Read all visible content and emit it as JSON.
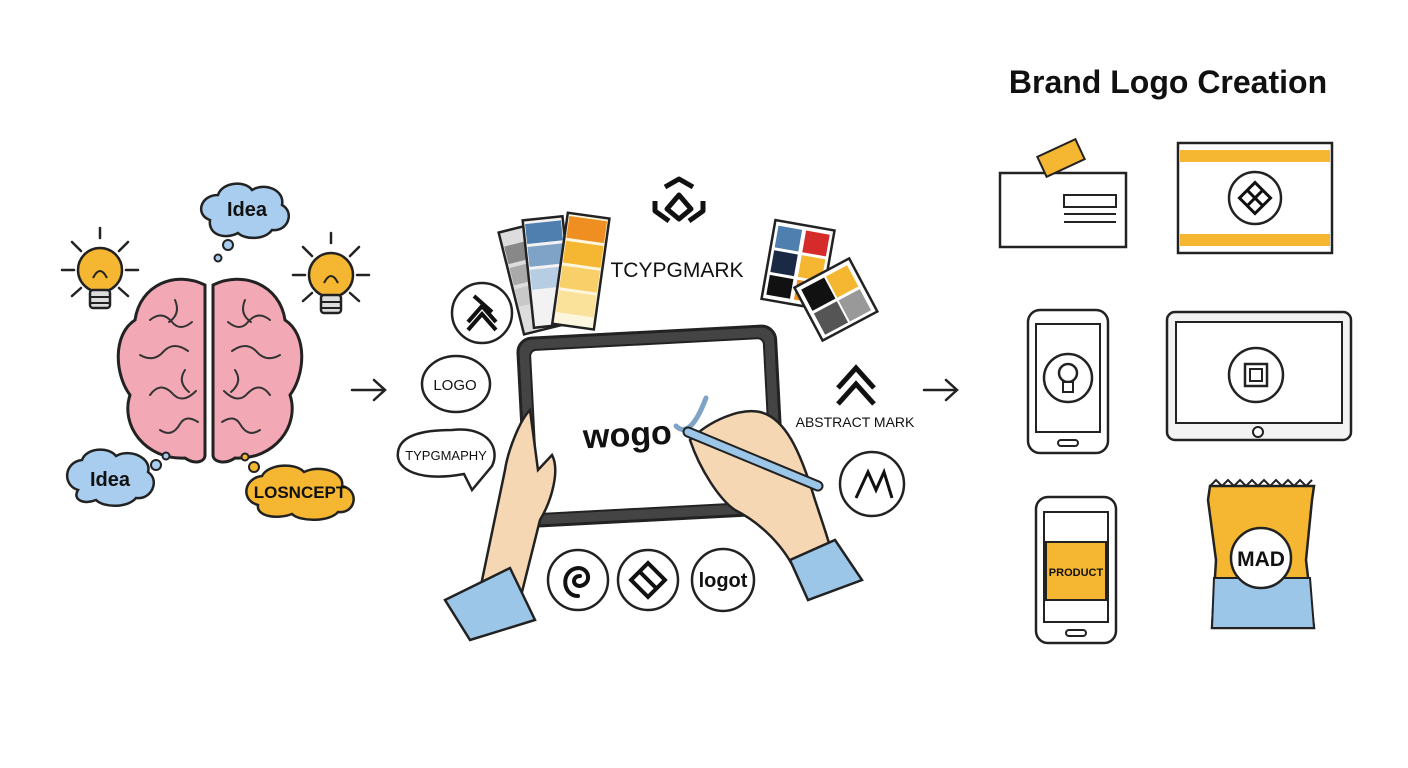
{
  "title": "Brand Logo Creation",
  "ideation": {
    "bubble_top": "Idea",
    "bubble_left": "Idea",
    "bubble_concept": "LOSNCEPT"
  },
  "design": {
    "wordmark_label": "TCYPGMARK",
    "abstract_label": "ABSTRACT MARK",
    "logo_badge": "LOGO",
    "typography_bubble": "TYPGMAPHY",
    "tablet_text": "wogo",
    "logot_badge": "logot"
  },
  "applications": {
    "product_label": "PRODUCT",
    "bag_label": "MAD"
  },
  "colors": {
    "brain": "#f3a9b5",
    "idea_blue": "#a9cdee",
    "accent_yellow": "#f5b731",
    "swatch_blue": "#4f7fae",
    "sleeve_blue": "#9cc6e8",
    "skin": "#f6d7b3"
  },
  "icons": [
    "lightbulb-icon",
    "brain-icon",
    "arrow-right-icon",
    "color-swatch-icon",
    "stylus-icon",
    "tablet-icon",
    "phone-icon",
    "business-card-icon",
    "billboard-icon",
    "package-bag-icon"
  ]
}
